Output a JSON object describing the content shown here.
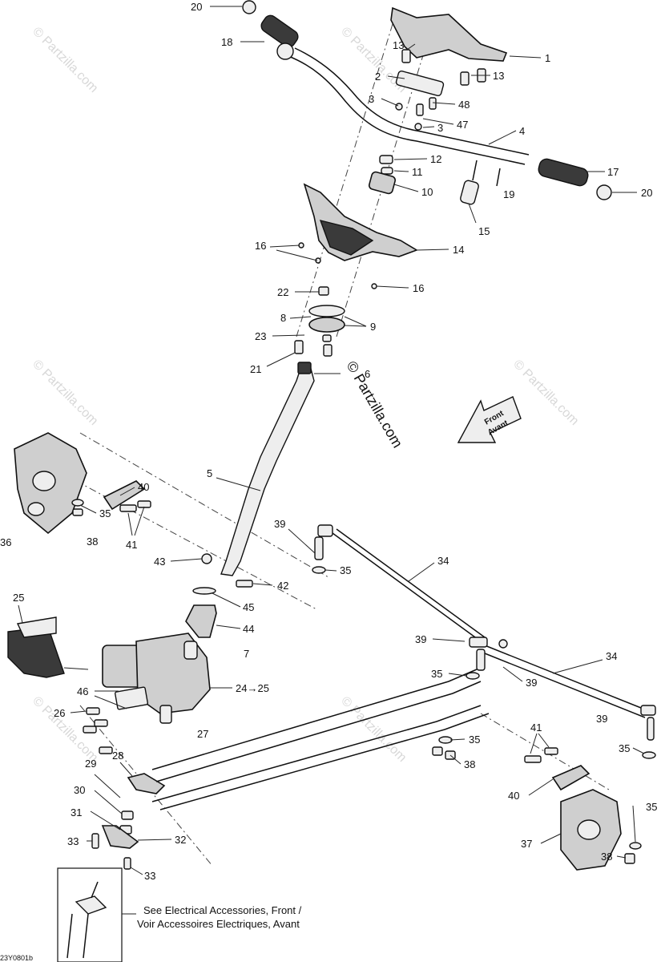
{
  "diagram": {
    "part_labels": [
      "20",
      "18",
      "13",
      "1",
      "2",
      "13",
      "3",
      "48",
      "47",
      "3",
      "4",
      "12",
      "11",
      "10",
      "17",
      "19",
      "20",
      "15",
      "16",
      "14",
      "22",
      "16",
      "8",
      "9",
      "23",
      "21",
      "6",
      "5",
      "40",
      "36",
      "35",
      "38",
      "41",
      "39",
      "34",
      "43",
      "42",
      "35",
      "45",
      "44",
      "25",
      "7",
      "24→25",
      "46",
      "26",
      "27",
      "39",
      "35",
      "39",
      "34",
      "39",
      "35",
      "28",
      "29",
      "30",
      "31",
      "32",
      "33",
      "33",
      "41",
      "40",
      "35",
      "37",
      "35",
      "38",
      "38"
    ],
    "front_arrow": {
      "line1": "Front",
      "line2": "Avant"
    },
    "note": {
      "line1": "See Electrical Accessories, Front /",
      "line2": "Voir Accessoires Electriques, Avant"
    },
    "drawing_code": "23Y0801b",
    "watermark_inline": "© Partzilla.com",
    "watermarks": [
      "© Partzilla.com",
      "© Partzilla.com",
      "© Partzilla.com",
      "© Partzilla.com",
      "© Partzilla.com",
      "© Partzilla.com"
    ]
  }
}
